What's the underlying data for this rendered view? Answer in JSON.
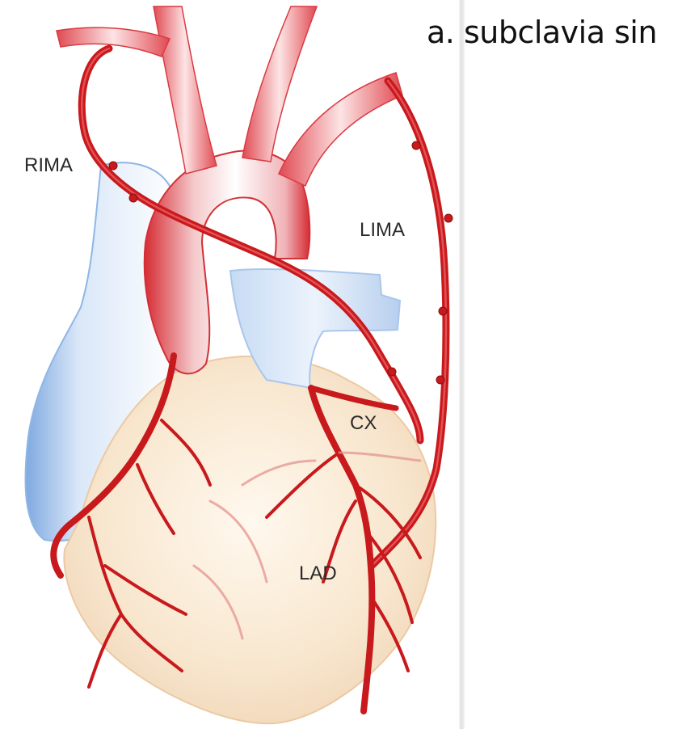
{
  "caption": "a. subclavia sin",
  "labels": {
    "rima": "RIMA",
    "lima": "LIMA",
    "cx": "CX",
    "lad": "LAD"
  },
  "colors": {
    "artery": "#c8191c",
    "artery_dark": "#9d0e12",
    "aorta": "#e2444a",
    "vein_blue": "#aecbf0",
    "heart_fill": "#f7e6cf"
  }
}
